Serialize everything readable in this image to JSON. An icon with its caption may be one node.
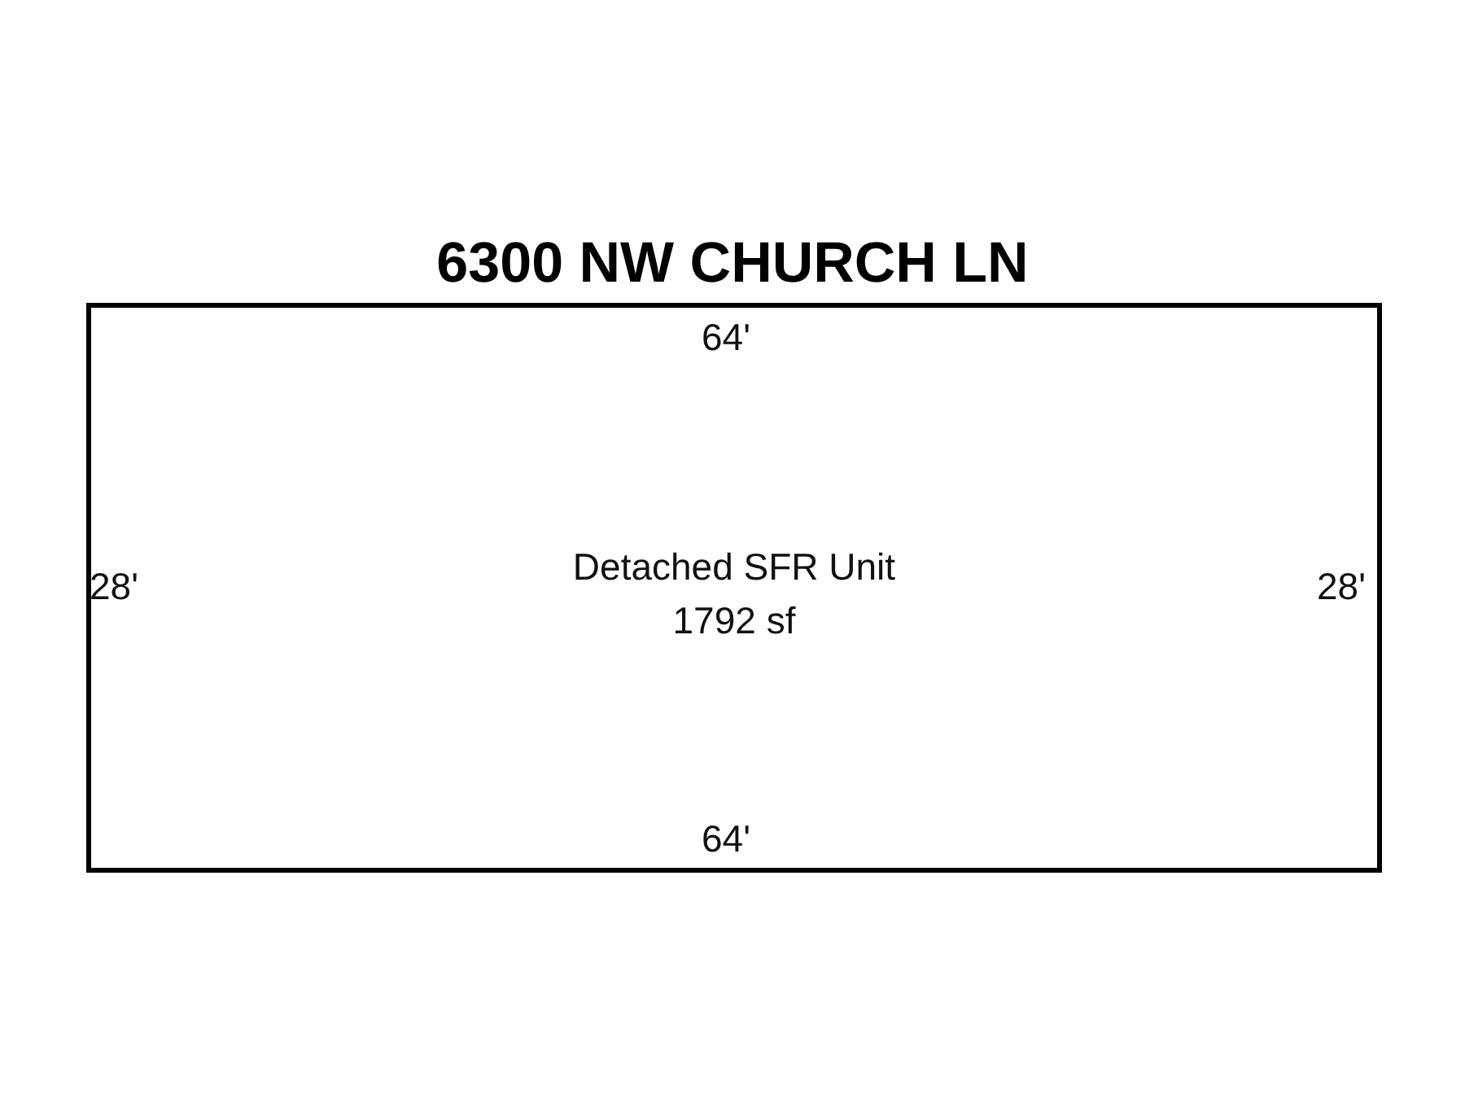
{
  "diagram": {
    "title": "6300 NW CHURCH LN",
    "nodes": [
      {
        "text": [
          "Detached SFR Unit 1792 sf"
        ]
      }
    ],
    "labels": [
      "64'",
      "28'",
      "28'",
      "64'"
    ]
  }
}
